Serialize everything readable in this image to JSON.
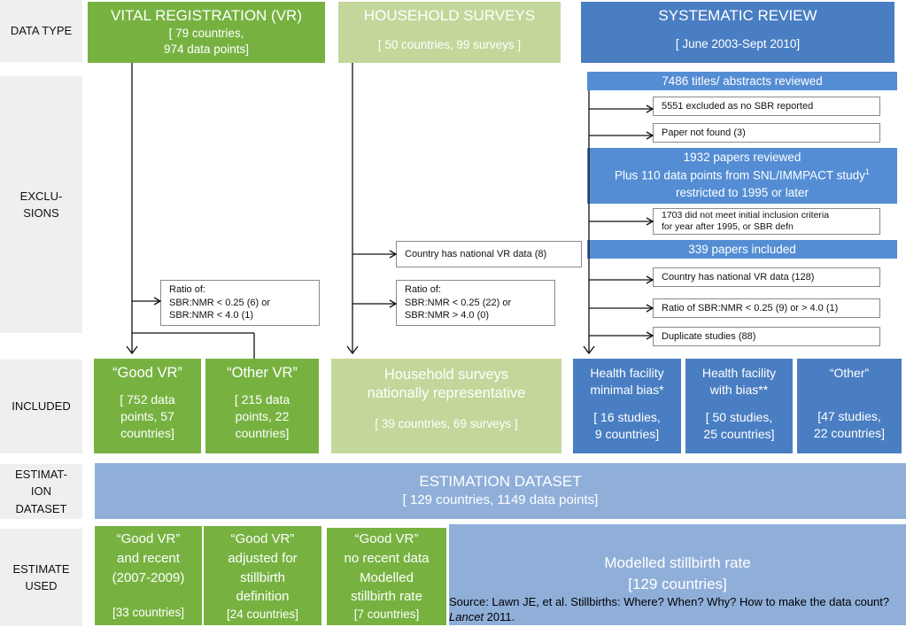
{
  "row_labels": {
    "data_type": "DATA TYPE",
    "exclusions": "EXCLU-\nSIONS",
    "included": "INCLUDED",
    "estimation_dataset": "ESTIMAT-\nION\nDATASET",
    "estimate_used": "ESTIMATE\nUSED"
  },
  "headers": {
    "vr": {
      "title": "VITAL REGISTRATION (VR)",
      "detail": "[ 79 countries,\n974 data points]"
    },
    "hs": {
      "title": "HOUSEHOLD SURVEYS",
      "detail": "[ 50 countries, 99 surveys ]"
    },
    "sr": {
      "title": "SYSTEMATIC REVIEW",
      "detail": "[ June 2003-Sept 2010]"
    }
  },
  "systematic_review": {
    "titles_reviewed": "7486 titles/ abstracts reviewed",
    "excluded_no_sbr": "5551 excluded as no SBR reported",
    "paper_not_found": "Paper not found (3)",
    "papers_reviewed_line1": "1932 papers reviewed",
    "papers_reviewed_line2": "Plus 110 data points from SNL/IMMPACT study",
    "papers_reviewed_sup": "1",
    "papers_reviewed_line3": "restricted to 1995 or later",
    "did_not_meet": "1703 did not meet initial inclusion criteria\nfor year after 1995, or SBR defn",
    "papers_included": "339 papers included",
    "national_vr": "Country has national VR data  (128)",
    "ratio": "Ratio of SBR:NMR < 0.25 (9)  or > 4.0 (1)",
    "duplicates": "Duplicate studies (88)"
  },
  "hs_exclusions": {
    "national_vr": "Country has national VR data (8)",
    "ratio": "Ratio of:\nSBR:NMR < 0.25 (22)  or\nSBR:NMR > 4.0 (0)"
  },
  "vr_exclusions": {
    "ratio": "Ratio of:\nSBR:NMR < 0.25 (6)  or\nSBR:NMR < 4.0 (1)"
  },
  "included": {
    "good_vr": {
      "title": "“Good VR”",
      "detail": "[ 752 data\npoints, 57\ncountries]"
    },
    "other_vr": {
      "title": "“Other VR”",
      "detail": "[ 215 data\npoints, 22\ncountries]"
    },
    "household": {
      "title": "Household surveys\nnationally representative",
      "detail": "[ 39 countries, 69 surveys ]"
    },
    "hf_minimal": {
      "title": "Health facility\nminimal bias*",
      "detail": "[ 16 studies,\n9 countries]"
    },
    "hf_bias": {
      "title": "Health facility\nwith bias**",
      "detail": "[ 50 studies,\n25 countries]"
    },
    "other": {
      "title": "“Other”",
      "detail": "[47 studies,\n22 countries]"
    }
  },
  "estimation_dataset": {
    "title": "ESTIMATION DATASET",
    "detail": "[ 129 countries,  1149  data points]"
  },
  "estimate_used": {
    "good_recent": {
      "title": "“Good VR”\nand recent\n(2007-2009)",
      "detail": "[33 countries]"
    },
    "good_adjusted": {
      "title": "“Good VR”\nadjusted for\nstillbirth\ndefinition",
      "detail": "[24 countries]"
    },
    "good_modelled": {
      "title": "“Good VR”\nno recent data\nModelled\nstillbirth rate",
      "detail": "[7 countries]"
    },
    "modelled": {
      "title": "Modelled stillbirth rate",
      "detail": "[129 countries]"
    }
  },
  "source": {
    "prefix": "Source: Lawn JE, et al. Stillbirths: Where? When? Why? How to make the data count? ",
    "journal": "Lancet",
    "suffix": " 2011."
  },
  "colors": {
    "green_dark": "#77b241",
    "green_light": "#c3d79b",
    "blue_dark": "#4a7ec2",
    "blue_medium": "#548dd4",
    "blue_light": "#8fafd9",
    "row_label_bg": "#efefef"
  }
}
